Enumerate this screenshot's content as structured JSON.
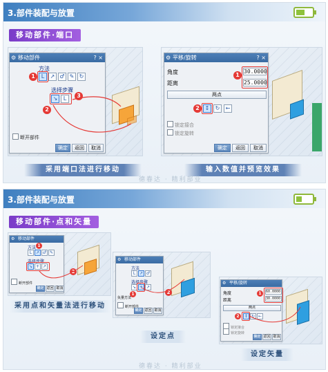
{
  "slide1": {
    "title": "3.部件装配与放置",
    "section": "移动部件·端口",
    "battery_level": 0.55,
    "left_dialog": {
      "title": "移动部件",
      "help": "?",
      "close": "×",
      "method_label": "方法",
      "select_step_label": "选择步骤",
      "detach_label": "断开部件",
      "ok": "确定",
      "back": "返回",
      "cancel": "取消",
      "badges": [
        "1",
        "2",
        "3"
      ]
    },
    "right_dialog": {
      "title": "平移/旋转",
      "help": "?",
      "close": "×",
      "angle_label": "角度",
      "angle_value": "30.0000",
      "distance_label": "距离",
      "distance_value": "25.0000",
      "two_points": "两点",
      "lock_join": "锁定接合",
      "lock_rotate": "锁定旋转",
      "ok": "确定",
      "back": "返回",
      "cancel": "取消",
      "badges": [
        "1",
        "2"
      ]
    },
    "caption_left": "采用端口法进行移动",
    "caption_right": "输入数值并预览效果",
    "watermark": "德春达 · 精利部业"
  },
  "slide2": {
    "title": "3.部件装配与放置",
    "section": "移动部件·点和矢量",
    "battery_level": 0.35,
    "dialog_a": {
      "title": "移动部件",
      "method_label": "方法",
      "select_step_label": "选择步骤",
      "detach_label": "断开部件",
      "ok": "确定",
      "back": "返回",
      "cancel": "取消",
      "badges": [
        "1",
        "2"
      ]
    },
    "dialog_b": {
      "title": "移动部件",
      "method_label": "方法",
      "select_step_label": "选择步骤",
      "vector_label": "矢量方法",
      "detach_label": "断开部件",
      "ok": "确定",
      "back": "返回",
      "cancel": "取消",
      "badges": [
        "1",
        "2"
      ]
    },
    "dialog_c": {
      "title": "平移/旋转",
      "angle_label": "角度",
      "angle_value": "60.0000",
      "distance_label": "距离",
      "distance_value": "30.0000",
      "two_points": "两点",
      "lock_join": "锁定接合",
      "lock_rotate": "锁定旋转",
      "ok": "确定",
      "back": "返回",
      "cancel": "取消",
      "badges": [
        "1",
        "2"
      ]
    },
    "caption_main": "采用点和矢量法进行移动",
    "caption_point": "设定点",
    "caption_vector": "设定矢量",
    "watermark": "德春达 · 精利部业"
  },
  "colors": {
    "accent": "#3f7fc0",
    "section_chip": "#8a4ad4",
    "highlight": "#e53935",
    "battery": "#8fc23c"
  }
}
